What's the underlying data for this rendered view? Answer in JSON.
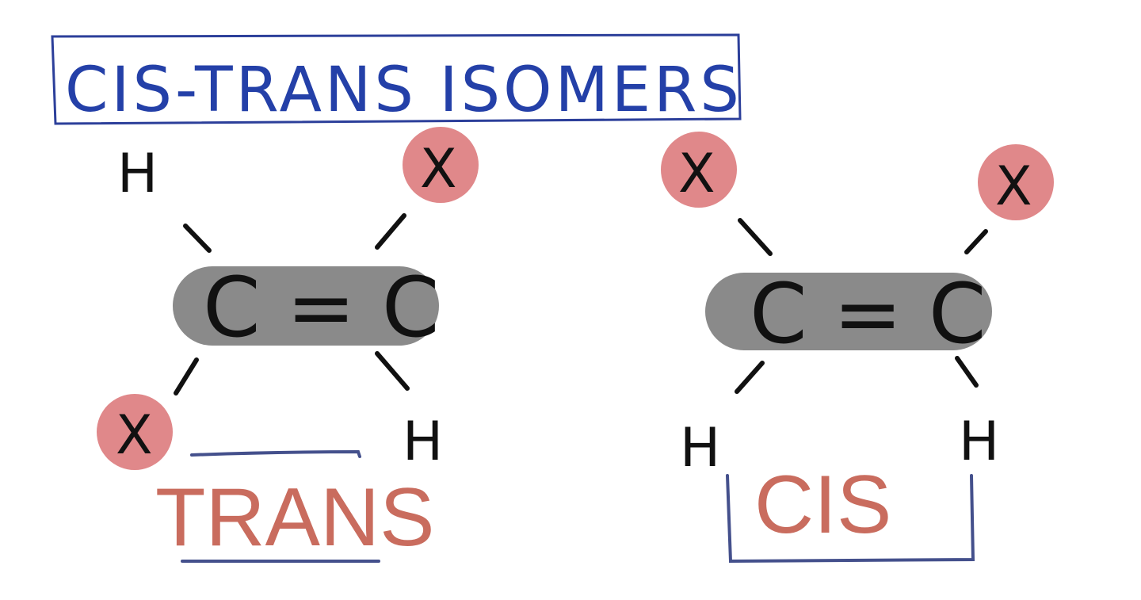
{
  "title": "CIS-TRANS ISOMERS",
  "colors": {
    "title_ink": "#2440a8",
    "substituent_highlight": "#e0888a",
    "double_bond_highlight": "#8a8a8a",
    "label_ink": "#c96c5e",
    "atom_ink": "#111111"
  },
  "trans": {
    "label": "TRANS",
    "bond": "C = C",
    "top_left": "H",
    "top_right": "X",
    "bottom_left": "X",
    "bottom_right": "H"
  },
  "cis": {
    "label": "CIS",
    "bond": "C = C",
    "top_left": "X",
    "top_right": "X",
    "bottom_left": "H",
    "bottom_right": "H"
  }
}
